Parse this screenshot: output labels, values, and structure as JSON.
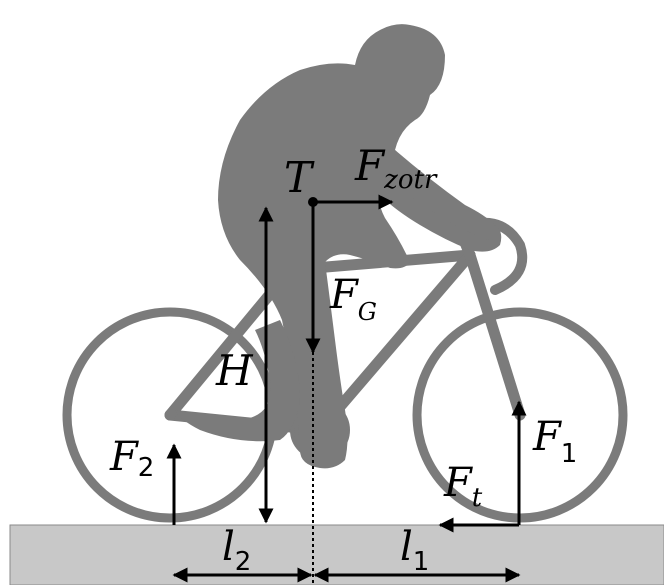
{
  "diagram": {
    "labels": {
      "T": "T",
      "F_zotr": {
        "main": "F",
        "sub": "zotr"
      },
      "F_G": {
        "main": "F",
        "sub": "G"
      },
      "H": "H",
      "F_2": {
        "main": "F",
        "sub": "2"
      },
      "F_1": {
        "main": "F",
        "sub": "1"
      },
      "F_t": {
        "main": "F",
        "sub": "t"
      },
      "l_2": {
        "main": "l",
        "sub": "2"
      },
      "l_1": {
        "main": "l",
        "sub": "1"
      }
    },
    "colors": {
      "silhouette": "#7b7b7b",
      "ground": "#c8c8c8",
      "ground_edge": "#8a8a8a",
      "ink": "#000000"
    }
  }
}
